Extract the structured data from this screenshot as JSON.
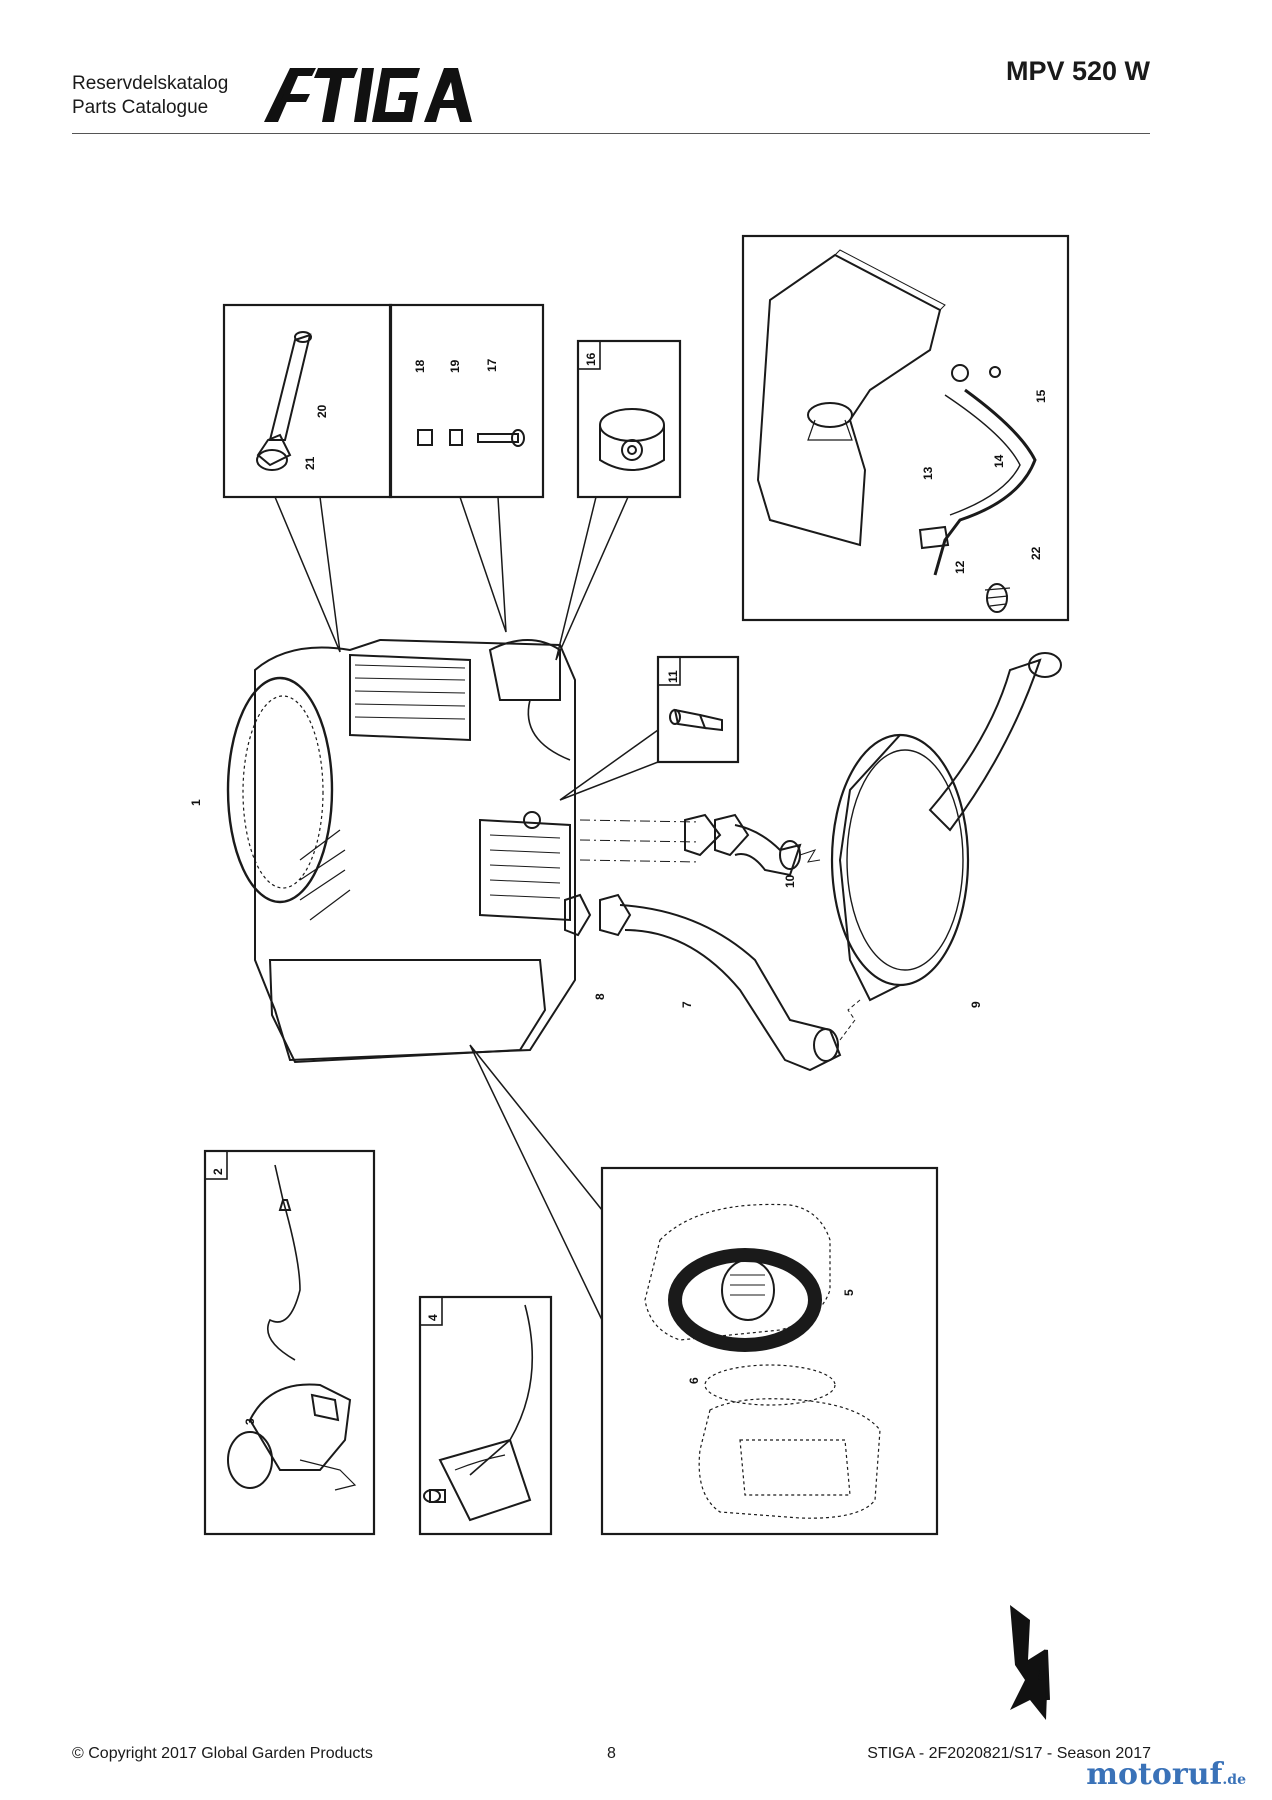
{
  "header": {
    "catalog_label_sv": "Reservdelskatalog",
    "catalog_label_en": "Parts Catalogue",
    "brand_logo_text": "STIGA",
    "model": "MPV 520 W"
  },
  "diagram": {
    "callouts": [
      "1",
      "2",
      "3",
      "4",
      "5",
      "6",
      "7",
      "8",
      "9",
      "10",
      "11",
      "12",
      "13",
      "14",
      "15",
      "16",
      "17",
      "18",
      "19",
      "20",
      "21",
      "22"
    ],
    "icons": [
      "engine-drawing",
      "oil-drain-plug-inset",
      "pin-inset",
      "oil-filter-inset",
      "fuel-tank-inset",
      "spark-plug-inset",
      "exhaust-pipe",
      "muffler",
      "throttle-cable-inset",
      "choke-cable-inset",
      "air-filter-inset",
      "direction-arrow"
    ]
  },
  "footer": {
    "copyright": "© Copyright 2017 Global Garden Products",
    "page_number": "8",
    "doc_ref": "STIGA - 2F2020821/S17 - Season 2017"
  },
  "watermark": {
    "brand": "motoruf",
    "tld": ".de"
  }
}
